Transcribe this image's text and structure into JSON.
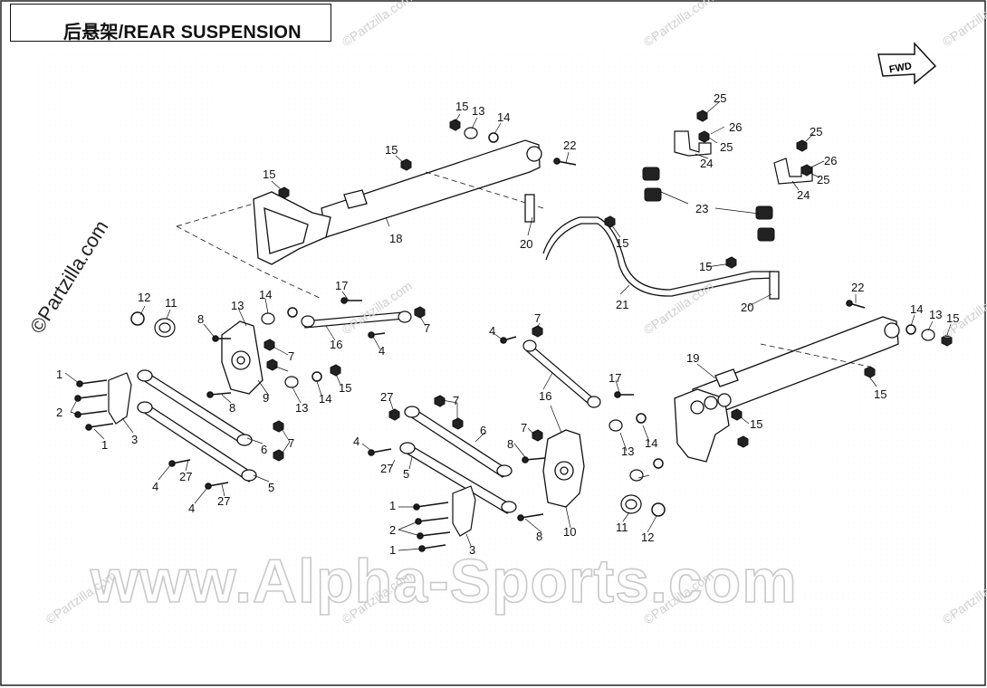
{
  "title": "后悬架/REAR SUSPENSION",
  "fwd_label": "FWD",
  "watermark_main": "www.Alpha-Sports.com",
  "watermark_side": "©Partzilla.com",
  "watermark_small": "©Partzilla.com",
  "callouts": {
    "c1a": "1",
    "c1b": "1",
    "c1c": "1",
    "c1d": "1",
    "c2a": "2",
    "c2b": "2",
    "c3a": "3",
    "c3b": "3",
    "c4a": "4",
    "c4b": "4",
    "c4c": "4",
    "c4d": "4",
    "c4e": "4",
    "c5a": "5",
    "c5b": "5",
    "c6a": "6",
    "c6b": "6",
    "c7a": "7",
    "c7b": "7",
    "c7c": "7",
    "c7d": "7",
    "c7e": "7",
    "c7f": "7",
    "c8a": "8",
    "c8b": "8",
    "c8c": "8",
    "c8d": "8",
    "c9": "9",
    "c10": "10",
    "c11a": "11",
    "c11b": "11",
    "c12a": "12",
    "c12b": "12",
    "c13a": "13",
    "c13b": "13",
    "c13c": "13",
    "c13d": "13",
    "c13e": "13",
    "c14a": "14",
    "c14b": "14",
    "c14c": "14",
    "c14d": "14",
    "c14e": "14",
    "c15a": "15",
    "c15b": "15",
    "c15c": "15",
    "c15d": "15",
    "c15e": "15",
    "c15f": "15",
    "c15g": "15",
    "c15h": "15",
    "c15i": "15",
    "c16a": "16",
    "c16b": "16",
    "c17a": "17",
    "c17b": "17",
    "c18": "18",
    "c19": "19",
    "c20a": "20",
    "c20b": "20",
    "c21": "21",
    "c22a": "22",
    "c22b": "22",
    "c23": "23",
    "c24a": "24",
    "c24b": "24",
    "c25a": "25",
    "c25b": "25",
    "c25c": "25",
    "c25d": "25",
    "c26a": "26",
    "c26b": "26",
    "c27a": "27",
    "c27b": "27",
    "c27c": "27",
    "c27d": "27"
  }
}
